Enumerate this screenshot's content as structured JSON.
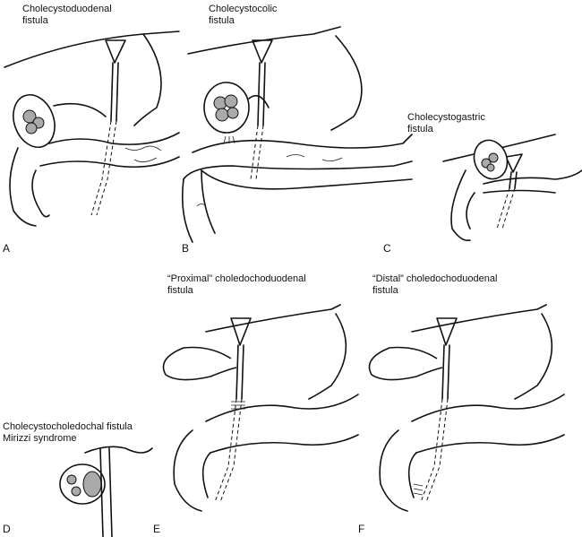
{
  "panels": [
    {
      "letter": "A",
      "title_line1": "Cholecystoduodenal",
      "title_line2": "fistula"
    },
    {
      "letter": "B",
      "title_line1": "Cholecystocolic",
      "title_line2": "fistula"
    },
    {
      "letter": "C",
      "title_line1": "Cholecystogastric",
      "title_line2": "fistula"
    },
    {
      "letter": "D",
      "title_line1": "Cholecystocholedochal fistula",
      "title_line2": "Mirizzi syndrome"
    },
    {
      "letter": "E",
      "title_line1": "“Proximal” choledochoduodenal",
      "title_line2": "fistula"
    },
    {
      "letter": "F",
      "title_line1": "“Distal” choledochoduodenal",
      "title_line2": "fistula"
    }
  ]
}
